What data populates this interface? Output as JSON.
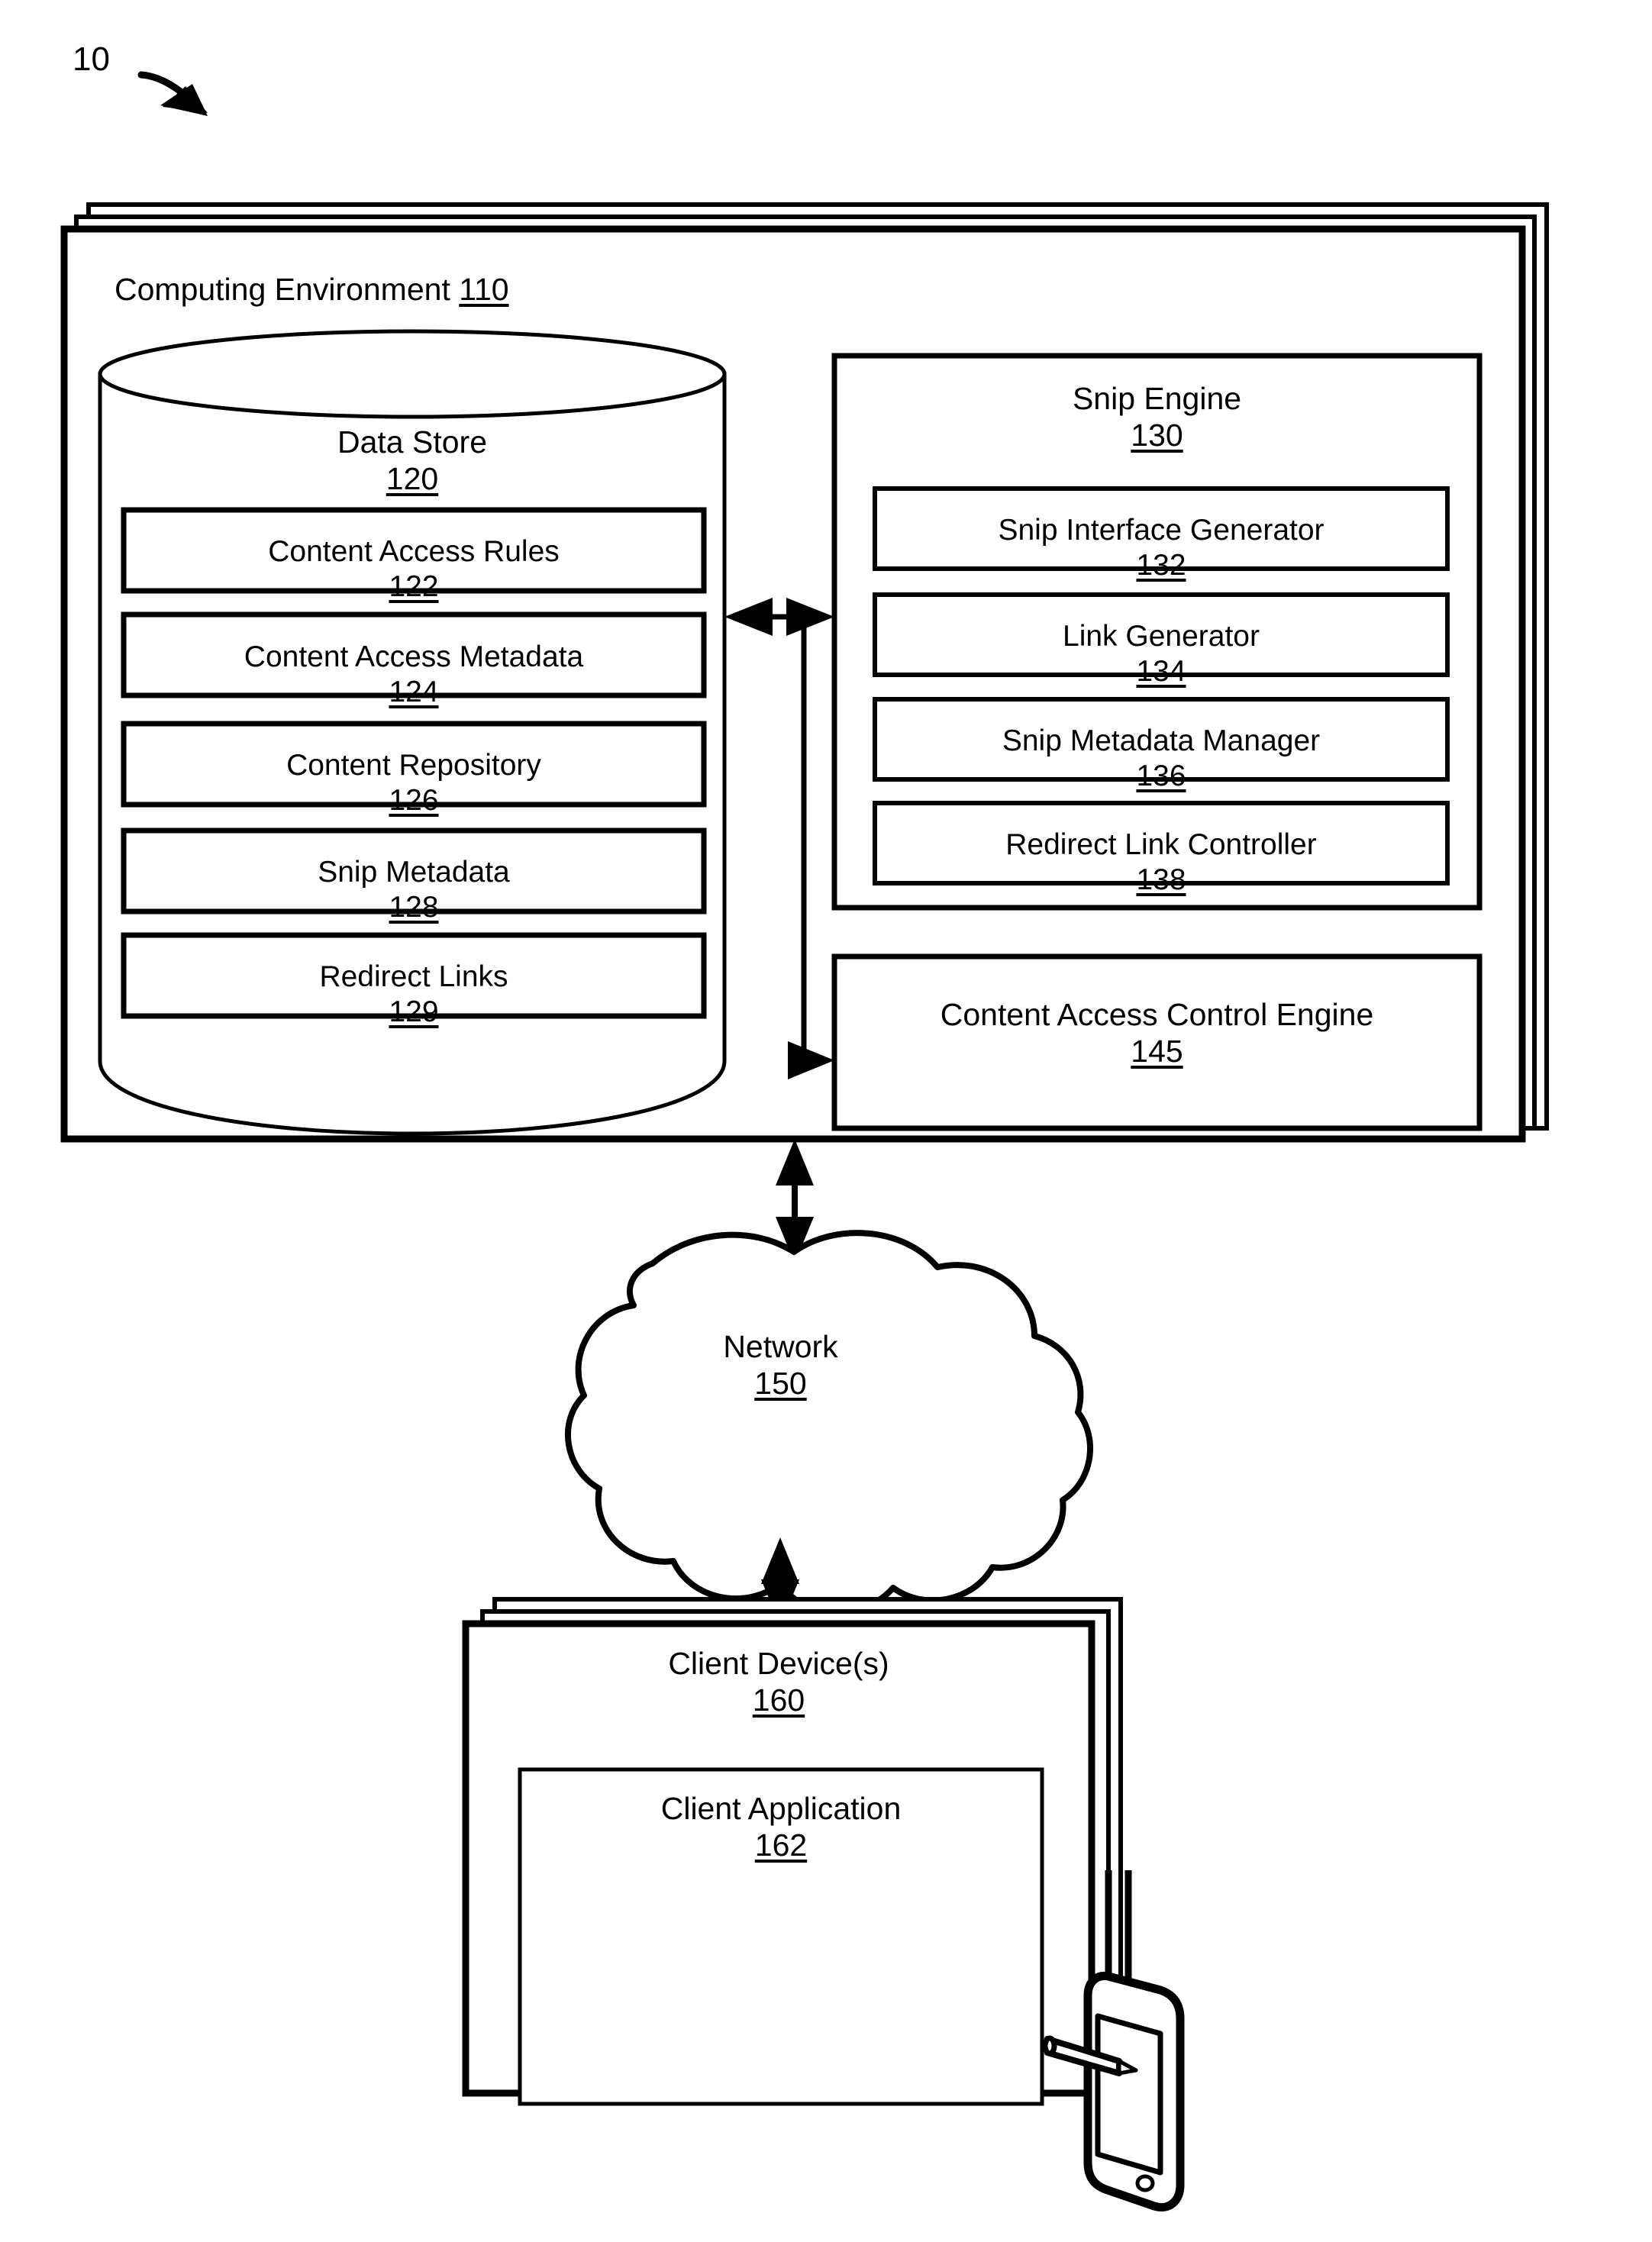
{
  "figure": {
    "label": "10",
    "pointer_icon": "curved-arrow-icon"
  },
  "computing_environment": {
    "title": "Computing Environment",
    "ref": "110",
    "stacked_layers": 3
  },
  "data_store": {
    "title": "Data Store",
    "ref": "120",
    "shape": "cylinder-icon",
    "items": [
      {
        "title": "Content Access Rules",
        "ref": "122"
      },
      {
        "title": "Content Access Metadata",
        "ref": "124"
      },
      {
        "title": "Content Repository",
        "ref": "126"
      },
      {
        "title": "Snip Metadata",
        "ref": "128"
      },
      {
        "title": "Redirect Links",
        "ref": "129"
      }
    ]
  },
  "snip_engine": {
    "title": "Snip Engine",
    "ref": "130",
    "items": [
      {
        "title": "Snip Interface Generator",
        "ref": "132"
      },
      {
        "title": "Link Generator",
        "ref": "134"
      },
      {
        "title": "Snip Metadata Manager",
        "ref": "136"
      },
      {
        "title": "Redirect Link Controller",
        "ref": "138"
      }
    ]
  },
  "content_access_control_engine": {
    "title": "Content Access Control Engine",
    "ref": "145"
  },
  "network": {
    "title": "Network",
    "ref": "150",
    "shape": "cloud-icon"
  },
  "client_devices": {
    "title": "Client Device(s)",
    "ref": "160",
    "stacked_layers": 3,
    "application": {
      "title": "Client Application",
      "ref": "162"
    },
    "device_illustration": "tablet-with-stylus-icon"
  },
  "connectors": [
    {
      "name": "datastore-snipengine-link",
      "type": "double-arrow-horizontal"
    },
    {
      "name": "datastore-accesscontrol-link",
      "type": "single-arrow-right"
    },
    {
      "name": "environment-network-link",
      "type": "double-arrow-vertical"
    },
    {
      "name": "network-clientdevice-link",
      "type": "double-arrow-vertical"
    }
  ],
  "colors": {
    "stroke": "#000000",
    "background": "#ffffff"
  }
}
